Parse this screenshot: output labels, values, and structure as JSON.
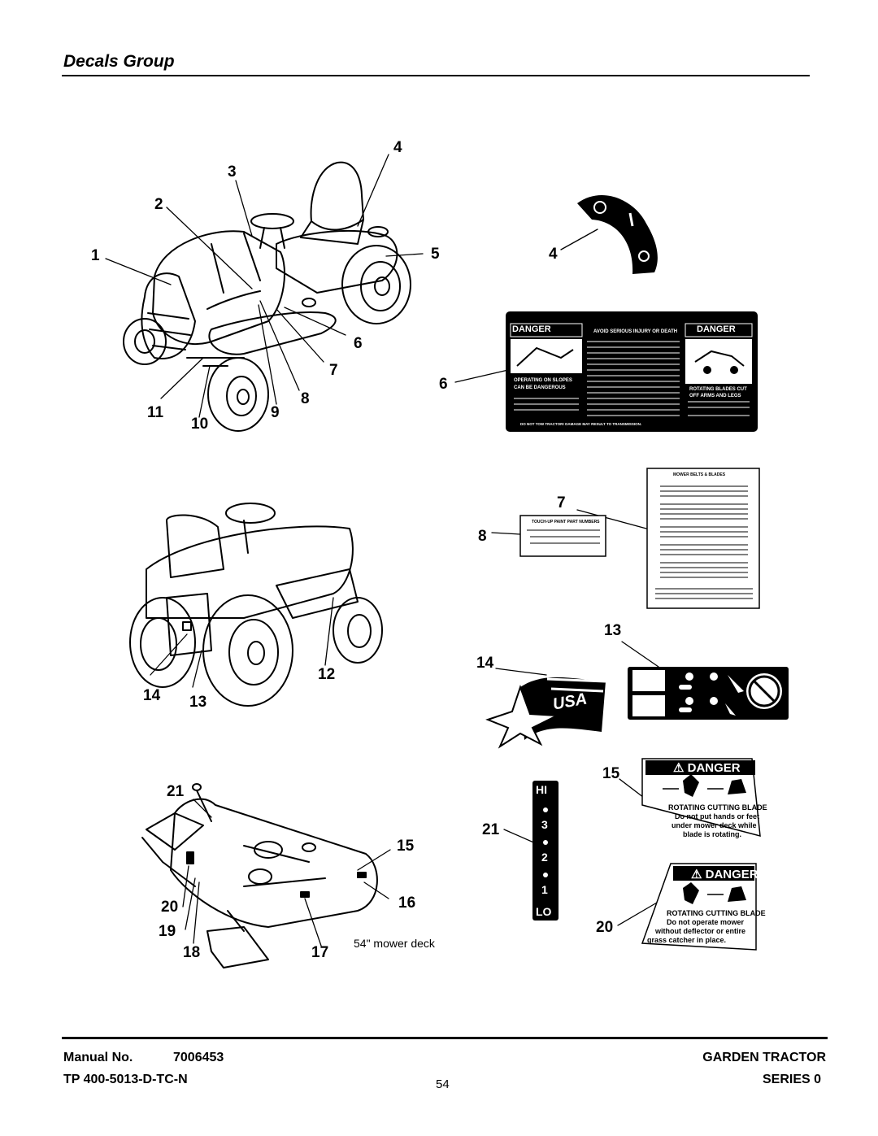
{
  "header": {
    "title": "Decals Group"
  },
  "callouts": {
    "c1": "1",
    "c2": "2",
    "c3": "3",
    "c4a": "4",
    "c5": "5",
    "c4b": "4",
    "c6a": "6",
    "c7a": "7",
    "c6b": "6",
    "c8a": "8",
    "c9": "9",
    "c11": "11",
    "c10": "10",
    "c7b": "7",
    "c8b": "8",
    "c12": "12",
    "c14a": "14",
    "c13a": "13",
    "c13b": "13",
    "c14b": "14",
    "c15a": "15",
    "c21a": "21",
    "c21b": "21",
    "c15b": "15",
    "c16": "16",
    "c20a": "20",
    "c19": "19",
    "c18": "18",
    "c17": "17",
    "c20b": "20"
  },
  "deck_caption": "54\" mower deck",
  "decals": {
    "danger_word": "DANGER",
    "big_danger": {
      "left_heading": "DANGER",
      "left_sub1": "OPERATING ON SLOPES",
      "left_sub2": "CAN BE DANGEROUS",
      "center_heading": "AVOID SERIOUS INJURY OR DEATH",
      "right_heading": "DANGER",
      "right_sub1": "ROTATING BLADES CUT",
      "right_sub2": "OFF ARMS AND LEGS",
      "bottom": "DO NOT TOW TRACTOR! DAMAGE MAY RESULT TO TRANSMISSION."
    },
    "belts_title": "MOWER BELTS & BLADES",
    "touchup_title": "TOUCH-UP PAINT PART NUMBERS",
    "usa": "USA",
    "height_labels": [
      "HI",
      "3",
      "2",
      "1",
      "LO"
    ],
    "danger_15": {
      "line1": "ROTATING CUTTING BLADE",
      "line2": "Do not put hands or feet",
      "line3": "under mower deck while",
      "line4": "blade is rotating."
    },
    "danger_20": {
      "line1": "ROTATING CUTTING BLADE",
      "line2": "Do not operate mower",
      "line3": "without deflector or entire",
      "line4": "grass catcher in place."
    }
  },
  "footer": {
    "manual_label": "Manual No.",
    "manual_number": "7006453",
    "tp": "TP 400-5013-D-TC-N",
    "page": "54",
    "product": "GARDEN TRACTOR",
    "series": "SERIES 0"
  }
}
